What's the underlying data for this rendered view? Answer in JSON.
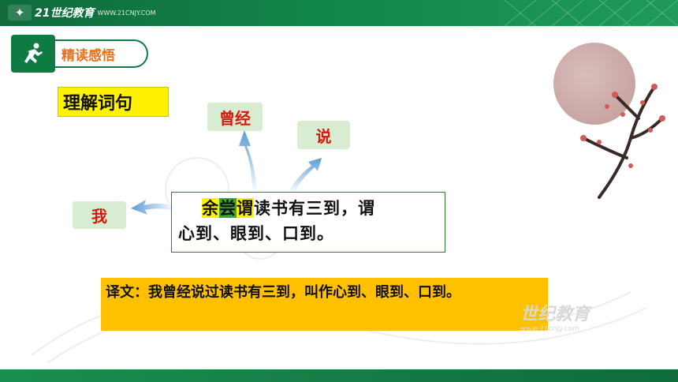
{
  "header": {
    "logo_text": "21世纪教育",
    "logo_subtext": "WWW.21CNJY.COM"
  },
  "section": {
    "label": "精读感悟",
    "title": "理解词句"
  },
  "words": {
    "zengjing": "曾经",
    "shuo": "说",
    "wo": "我"
  },
  "sentence": {
    "yu": "余",
    "chang": "尝",
    "wei": "谓",
    "rest_line1": "读书有三到，谓",
    "line2": "心到、眼到、口到。"
  },
  "translation": {
    "text": "译文：我曾经说过读书有三到，叫作心到、眼到、口到。"
  },
  "watermark": {
    "main": "世纪教育",
    "sub": "www.21cnjy.com"
  },
  "colors": {
    "brand_green": "#0f7a42",
    "highlight_yellow": "#fff200",
    "highlight_green": "#3aa63a",
    "translation_bg": "#ffc000",
    "word_text": "#d8180e",
    "word_bg": "#d8ecd2"
  }
}
